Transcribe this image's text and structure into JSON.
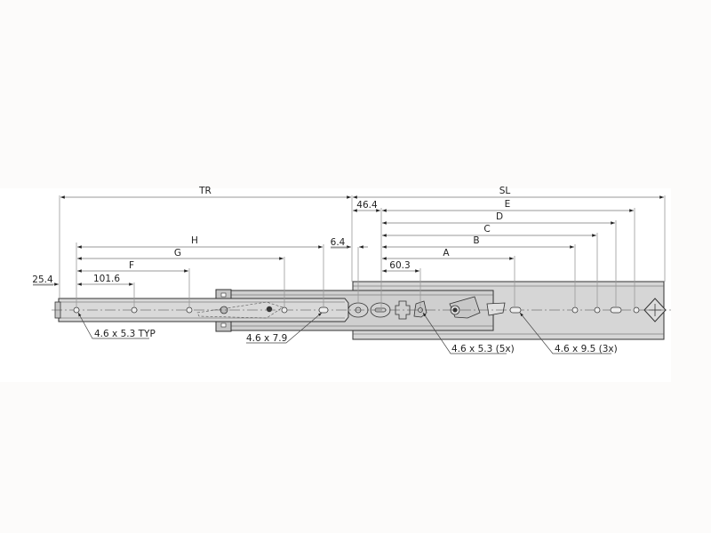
{
  "drawing": {
    "title": "Telescopic drawer slide dimensional drawing",
    "dimensions": {
      "TR": "TR",
      "SL": "SL",
      "E": "E",
      "D": "D",
      "C": "C",
      "B": "B",
      "A": "A",
      "H": "H",
      "G": "G",
      "F": "F",
      "d46_4": "46.4",
      "d6_4": "6.4",
      "d60_3": "60.3",
      "d25_4": "25.4",
      "d101_6": "101.6"
    },
    "callouts": {
      "hole_typ": "4.6 x 5.3 TYP",
      "slot_7_9": "4.6 x 7.9",
      "hole_5x": "4.6 x 5.3 (5x)",
      "slot_3x": "4.6 x 9.5 (3x)"
    },
    "colors": {
      "page_bg": "#fcfbfa",
      "sheet_bg": "#ffffff",
      "rail_fill": "#d4d4d4",
      "line": "#333333",
      "dim_line": "#888888"
    }
  }
}
